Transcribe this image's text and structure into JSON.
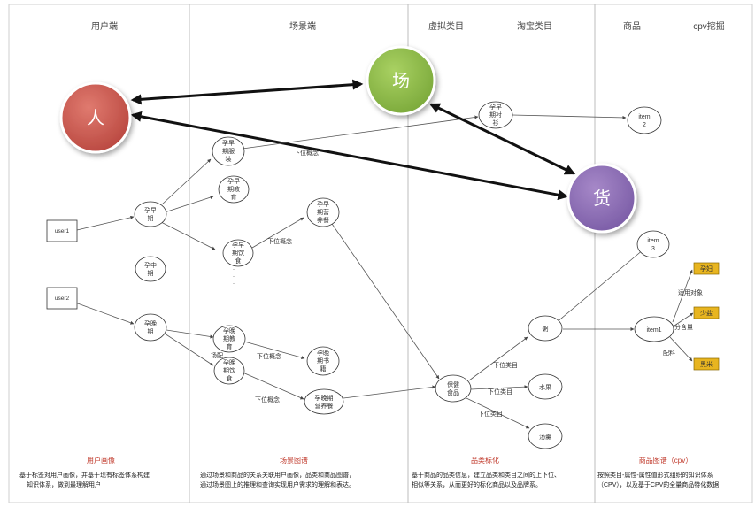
{
  "columns": {
    "user": "用户端",
    "scene": "场景端",
    "virtual_category": "虚拟类目",
    "taobao_category": "淘宝类目",
    "product": "商品",
    "cpv": "cpv挖掘"
  },
  "triad": {
    "person": "人",
    "place": "场",
    "goods": "货"
  },
  "users": {
    "user1": "user1",
    "user2": "user2"
  },
  "stages": {
    "early_pregnancy": [
      "孕早",
      "期"
    ],
    "mid_pregnancy": [
      "孕中",
      "期"
    ],
    "late_pregnancy": [
      "孕晚",
      "期"
    ]
  },
  "scenes": {
    "early_clothing": [
      "孕早",
      "期服",
      "装"
    ],
    "early_education": [
      "孕早",
      "期教",
      "育"
    ],
    "early_diet": [
      "孕早",
      "期饮",
      "食"
    ],
    "early_nutrition": [
      "孕早",
      "期营",
      "养餐"
    ],
    "late_education": [
      "孕晚",
      "期教",
      "育"
    ],
    "late_diet": [
      "孕晚",
      "期饮",
      "食"
    ],
    "late_books": [
      "孕晚",
      "期书",
      "籍"
    ],
    "late_nutrition": [
      "孕晚期",
      "营养餐"
    ]
  },
  "categories": {
    "early_shirt": [
      "孕早",
      "期衬",
      "衫"
    ],
    "health_food": [
      "保健",
      "食品"
    ],
    "porridge": "粥",
    "fruit": "水果",
    "soup": "汤羹"
  },
  "items": {
    "item2": [
      "item",
      "2"
    ],
    "item3": [
      "item",
      "3"
    ],
    "item1": "item1"
  },
  "tags": {
    "pregnant": "孕妇",
    "low_salt": "少盐",
    "black_rice": "黑米"
  },
  "edge_labels": {
    "sub_concept": "下位概念",
    "sub_category": "下位类目",
    "applicable": "适用对象",
    "salt": "盐分含量",
    "ingredient": "配料",
    "occlude": "场配"
  },
  "bottom": {
    "user": {
      "title": "用户画像",
      "lines": [
        "基于标签对用户画像，并基于现有标签体系构建",
        "知识体系，做到最理解用户"
      ]
    },
    "scene": {
      "title": "场景图谱",
      "lines": [
        "通过场景和商品的关系关联用户画像，品类和商品图谱，",
        "通过场景图上的推理和查询实现用户需求的理解和表达。"
      ]
    },
    "category": {
      "title": "品类标化",
      "lines": [
        "基于商品的品类信息，建立品类和类目之间的上下位、",
        "相似等关系，从而更好的标化商品以及品牌系。"
      ]
    },
    "product": {
      "title": "商品图谱（cpv）",
      "lines": [
        "按照类目-属性-属性值形式组织的知识体系",
        "（CPV），以及基于CPV的全量商品特化数据"
      ]
    }
  },
  "colors": {
    "person": "#c0504d",
    "place": "#8dbb42",
    "goods": "#8a6bb0",
    "tag_fill": "#e8b520",
    "divider": "#bdbdbd"
  }
}
